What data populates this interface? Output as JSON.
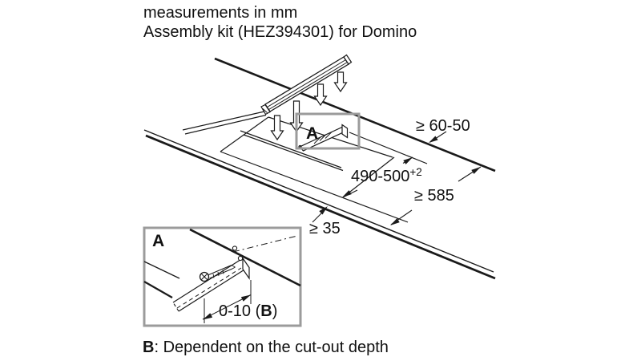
{
  "header": {
    "line1": "measurements in mm",
    "line2": "Assembly kit (HEZ394301) for Domino"
  },
  "callouts": {
    "main_label": "A",
    "detail_label": "A"
  },
  "dimensions": {
    "rear_clearance": "≥ 60-50",
    "cutout_depth": "490-500",
    "cutout_depth_tolerance": "+2",
    "worktop_depth": "≥ 585",
    "front_clearance": "≥ 35",
    "strip_overhang_prefix": "0-10 (",
    "strip_overhang_ref": "B",
    "strip_overhang_suffix": ")"
  },
  "note": {
    "ref": "B",
    "text": ": Dependent on the cut-out depth"
  },
  "colors": {
    "line": "#1a1a1a",
    "callout_frame": "#9b9b9b",
    "background": "#ffffff"
  }
}
